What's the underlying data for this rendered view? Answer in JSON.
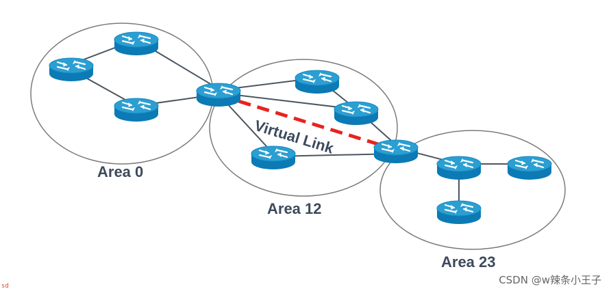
{
  "areas": [
    {
      "id": "area0",
      "label": "Area 0"
    },
    {
      "id": "area12",
      "label": "Area 12"
    },
    {
      "id": "area23",
      "label": "Area 23"
    }
  ],
  "virtual_link": {
    "label": "Virtual Link",
    "color": "#e8231f"
  },
  "colors": {
    "router_top": "#2b9fd2",
    "router_side": "#0b7ab5",
    "link": "#4a5560",
    "area_border": "#7a7a7a",
    "label": "#3c4a5c"
  },
  "watermark": "CSDN @w辣条小王子",
  "corner_mark": "sd"
}
